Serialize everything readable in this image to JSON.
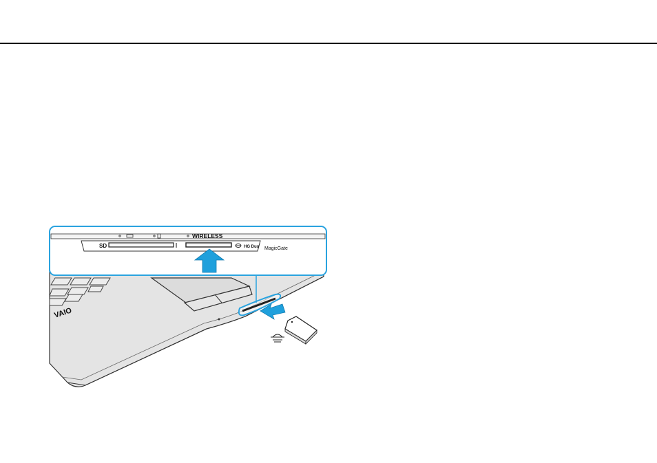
{
  "illustration": {
    "labels": {
      "wireless": "WIRELESS",
      "sd": "SD",
      "hg_duo": "HG Duo",
      "magicgate": "MagicGate",
      "brand": "VAIO"
    },
    "colors": {
      "callout_border": "#2aa3df",
      "arrow": "#1fa0dc",
      "laptop_fill": "#e4e4e4",
      "outline": "#333333"
    },
    "icons": [
      "indicator-icons",
      "memory-stick-logo-icon",
      "insert-arrow-icon"
    ]
  }
}
